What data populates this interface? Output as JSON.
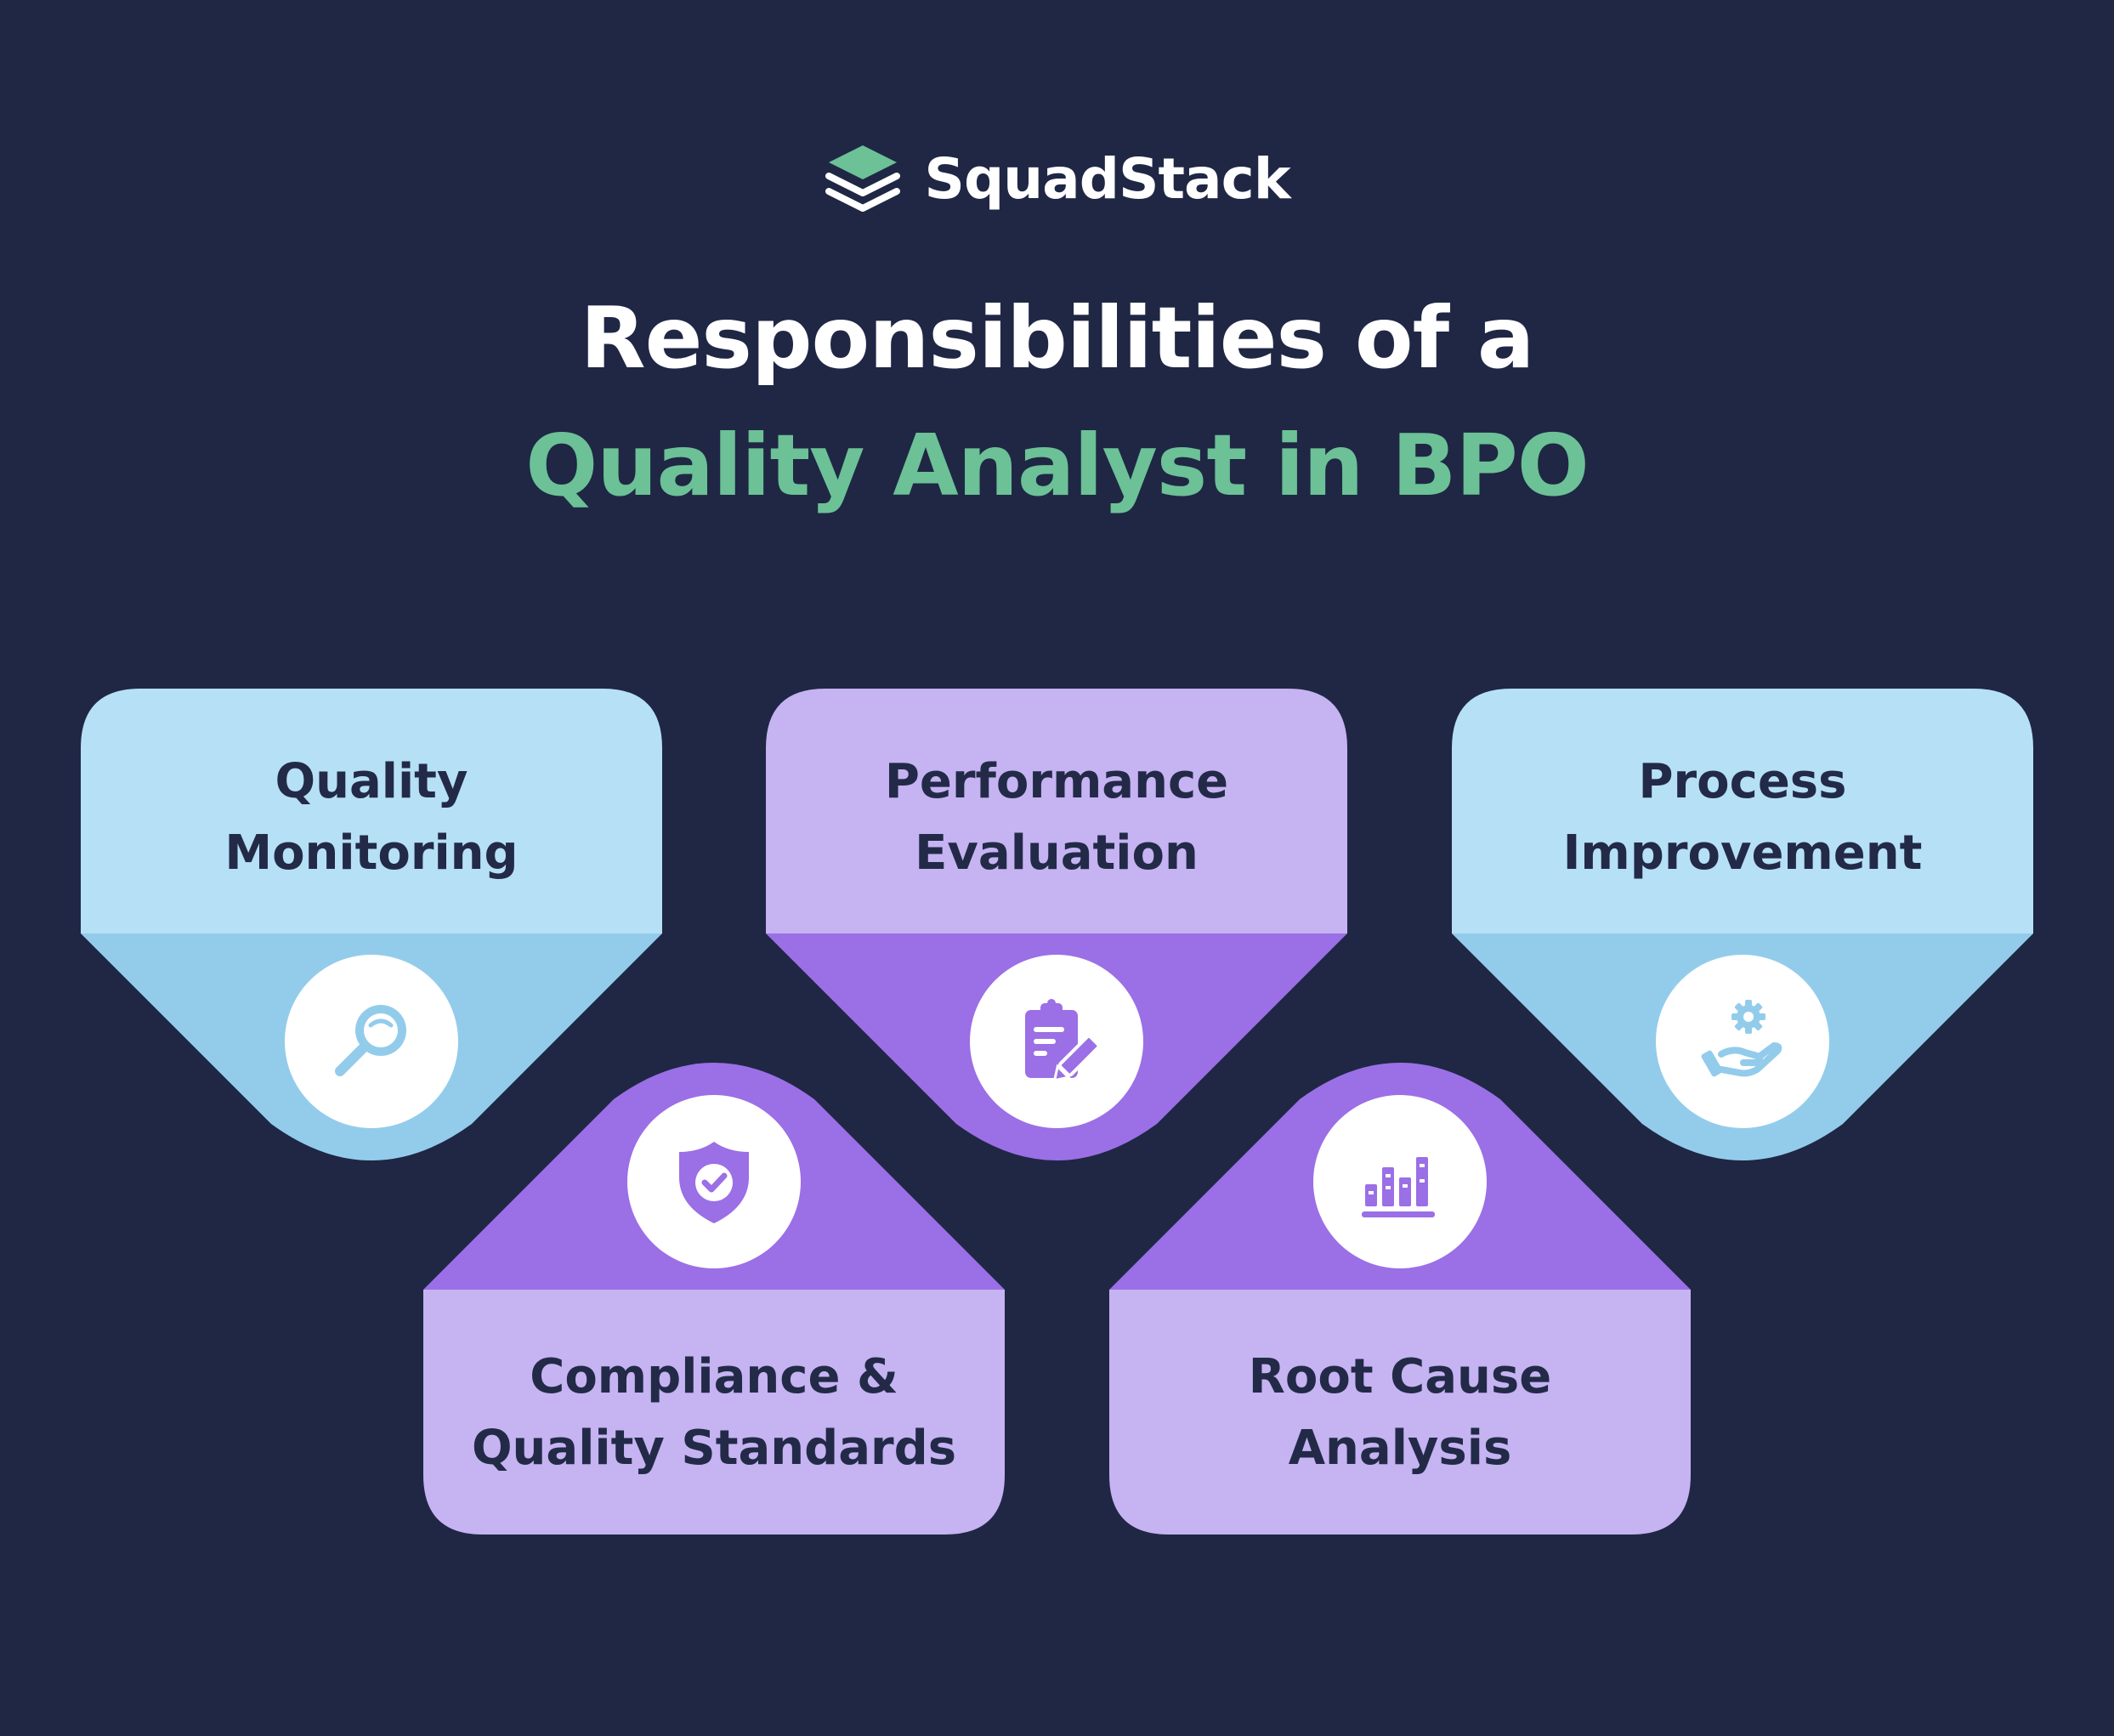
{
  "brand": {
    "name": "SquadStack",
    "logo_icon": "stacked-layers-icon"
  },
  "title": {
    "line1": "Responsibilities of a",
    "line2": "Quality Analyst in BPO"
  },
  "colors": {
    "background": "#1f2745",
    "accent_green": "#6cc196",
    "blue_light": "#b6e0f5",
    "blue_mid": "#93cceb",
    "purple_light": "#c6b3f2",
    "purple_mid": "#9b6fe6",
    "text_dark": "#222a48"
  },
  "cards": [
    {
      "label_lines": [
        "Quality",
        "Monitoring"
      ],
      "icon": "magnifier-icon",
      "theme": "blue",
      "orientation": "down"
    },
    {
      "label_lines": [
        "Performance",
        "Evaluation"
      ],
      "icon": "clipboard-pen-icon",
      "theme": "purple",
      "orientation": "down"
    },
    {
      "label_lines": [
        "Process",
        "Improvement"
      ],
      "icon": "hand-gear-icon",
      "theme": "blue",
      "orientation": "down"
    },
    {
      "label_lines": [
        "Compliance &",
        "Quality Standards"
      ],
      "icon": "shield-check-icon",
      "theme": "purple",
      "orientation": "up"
    },
    {
      "label_lines": [
        "Root Cause",
        "Analysis"
      ],
      "icon": "bar-chart-icon",
      "theme": "purple",
      "orientation": "up"
    }
  ]
}
